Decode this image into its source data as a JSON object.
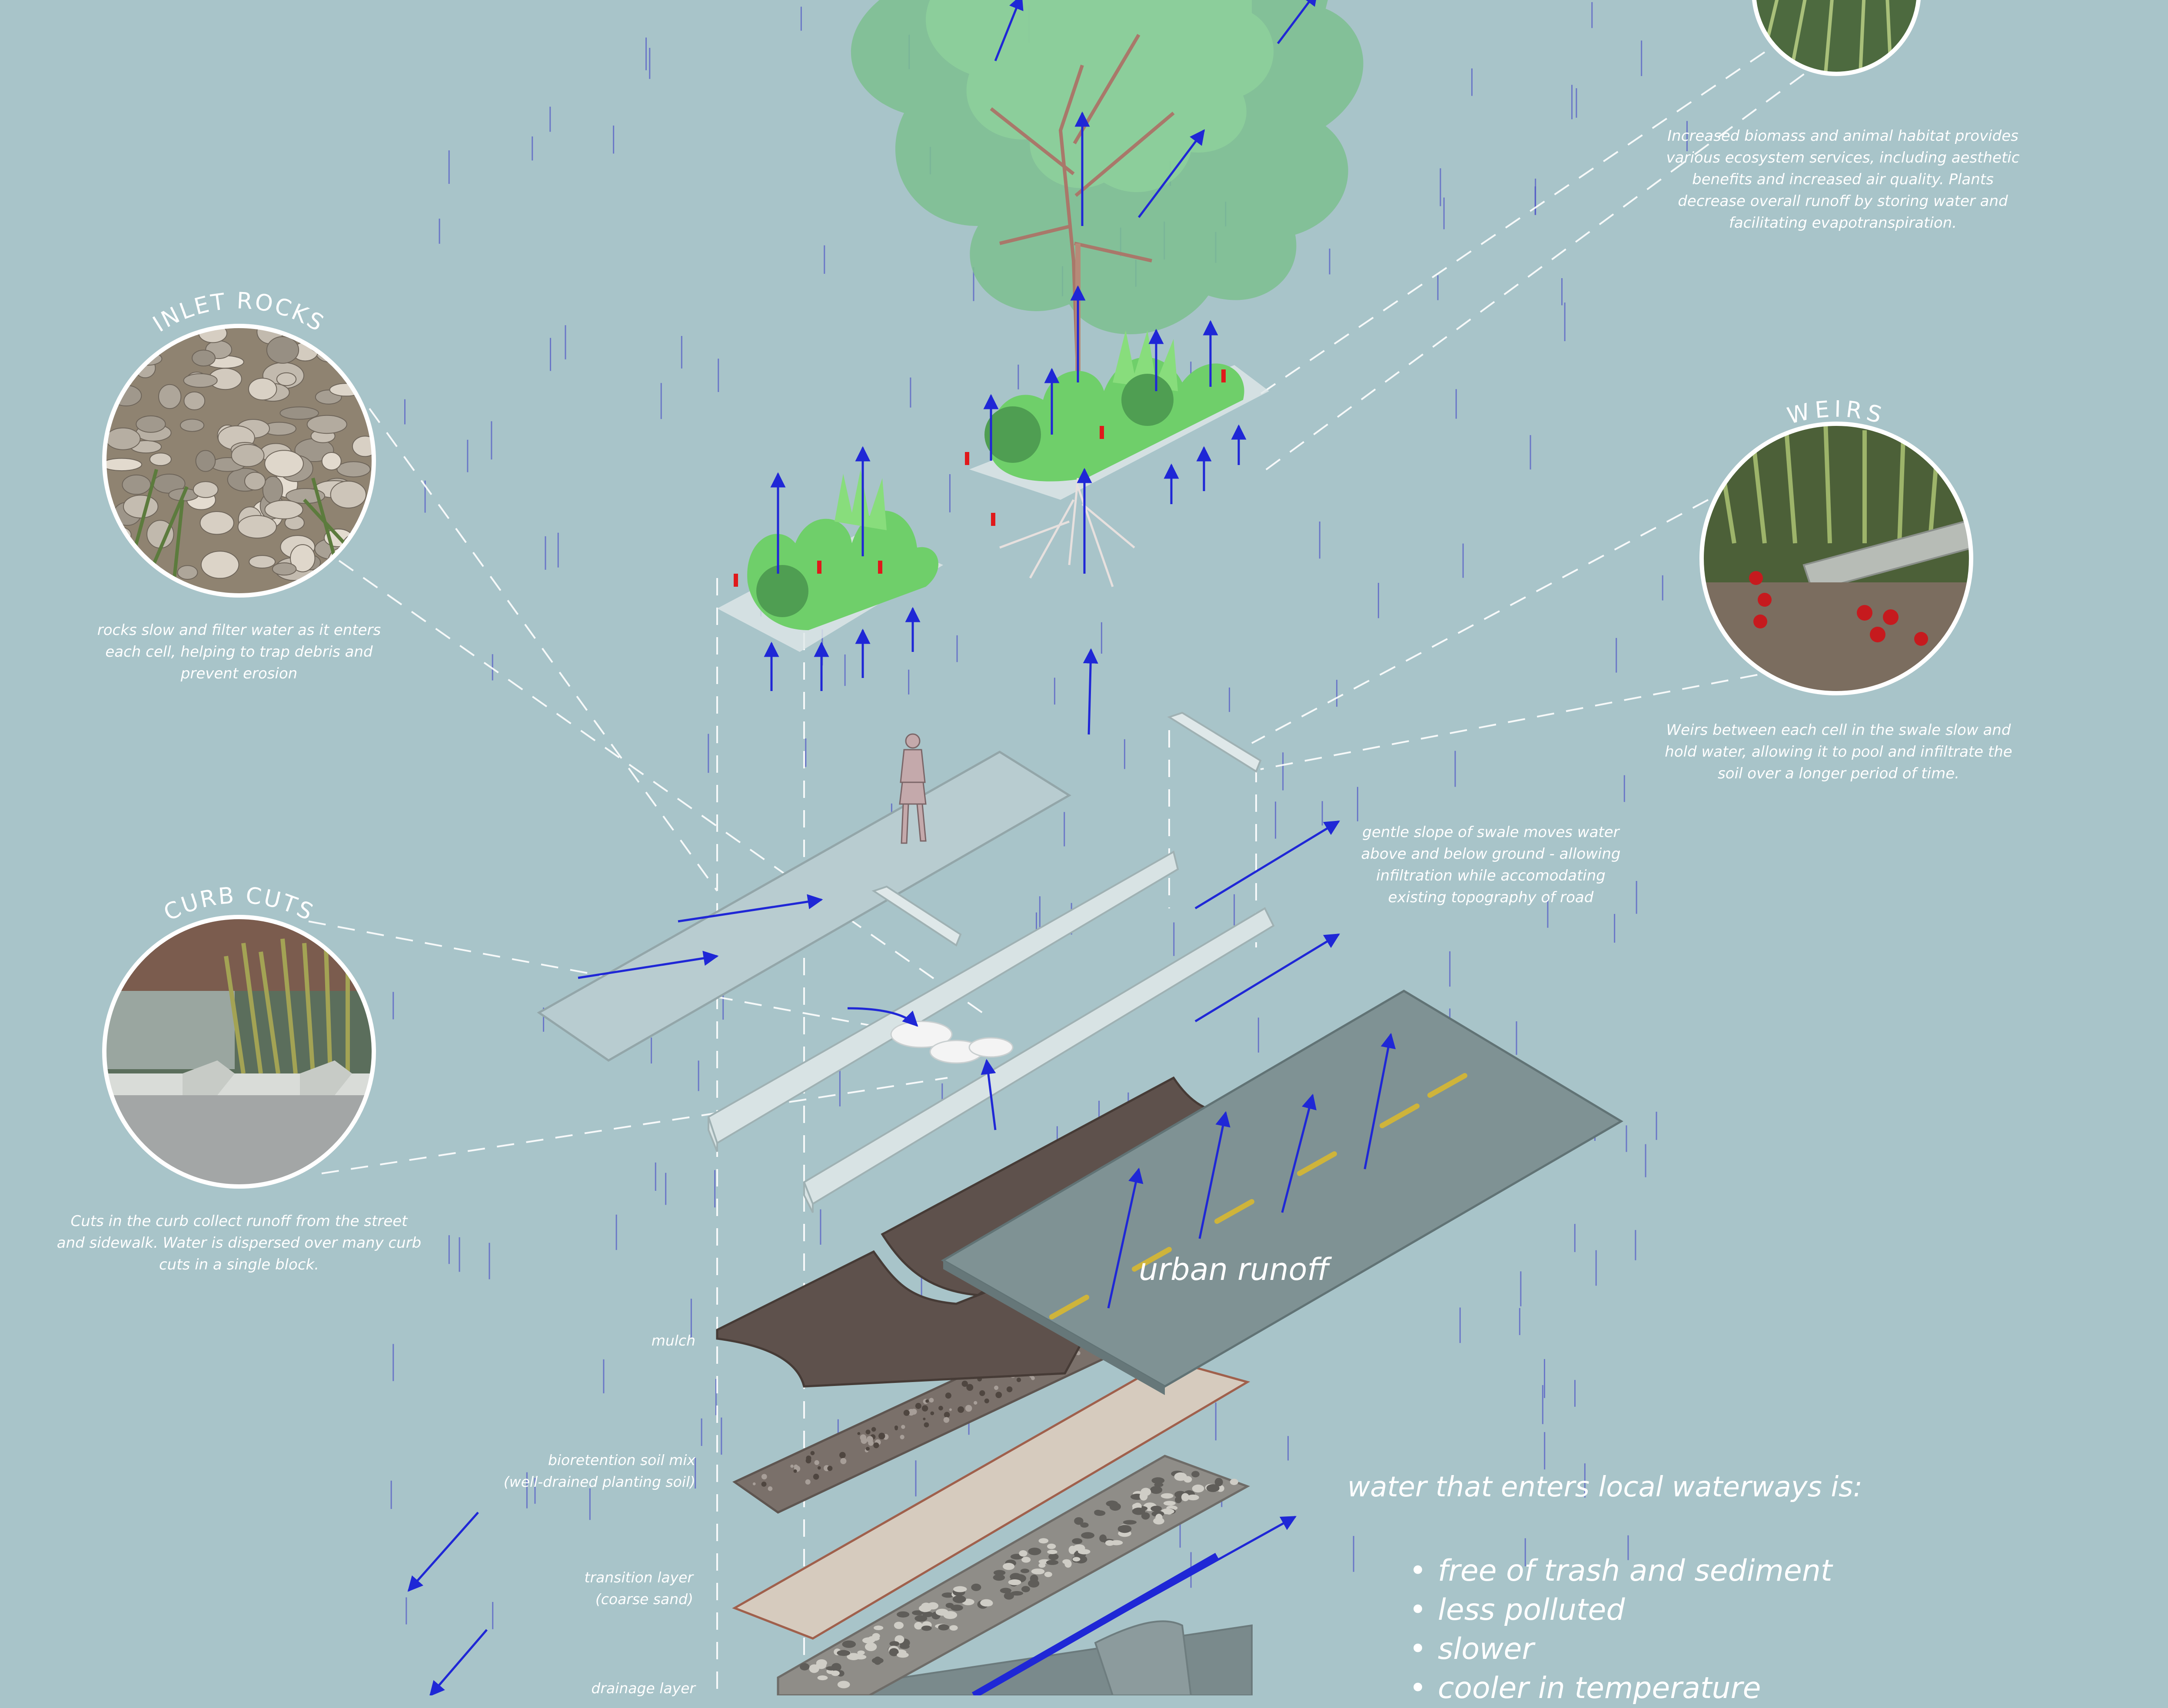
{
  "colors": {
    "background": "#a8c4c9",
    "arrow": "#1f27d6",
    "rain": "#4a4ec6",
    "text": "#ffffff",
    "road": "#7f9294",
    "mulch": "#5e514c",
    "soil": "#7a706a",
    "sand": "#d6cbbe",
    "gravel": "#8f8d88",
    "foliage": "#6fcf6a",
    "tree": "#7dbf8f",
    "flower": "#e0191b",
    "lane_line": "#cfb43a"
  },
  "callouts": {
    "inlet_rocks": {
      "title": "INLET ROCKS",
      "photo_icon": "rocks-photo-icon",
      "text": [
        "rocks slow and filter water as it enters",
        "each cell, helping to trap debris and",
        "prevent erosion"
      ]
    },
    "curb_cuts": {
      "title": "CURB CUTS",
      "photo_icon": "curb-cut-photo-icon",
      "text": [
        "Cuts in the curb collect runoff from the street",
        "and sidewalk. Water is dispersed over many curb",
        "cuts in a single block."
      ]
    },
    "weirs": {
      "title": "WEIRS",
      "photo_icon": "weir-photo-icon",
      "text": [
        "Weirs between each cell in the swale slow and",
        "hold water, allowing it to pool and infiltrate the",
        "soil over a longer period of time."
      ]
    },
    "plants": {
      "photo_icon": "plants-photo-icon",
      "text": [
        "Increased biomass and animal habitat provides",
        "various ecosystem services, including aesthetic",
        "benefits and increased air quality. Plants",
        "decrease overall runoff by storing water and",
        "facilitating evapotranspiration."
      ]
    },
    "slope": {
      "text": [
        "gentle slope of swale moves water",
        "above and below ground - allowing",
        "infiltration while accomodating",
        "existing topography of road"
      ]
    }
  },
  "layers": {
    "mulch": [
      "mulch"
    ],
    "soil": [
      "bioretention soil mix",
      "(well-drained planting soil)"
    ],
    "transition": [
      "transition layer",
      "(coarse sand)"
    ],
    "drainage": [
      "drainage layer"
    ]
  },
  "urban_runoff": "urban runoff",
  "waterways": {
    "heading": "water that enters local waterways is:",
    "items": [
      "free of trash and sediment",
      "less polluted",
      "slower",
      "cooler in temperature"
    ]
  }
}
